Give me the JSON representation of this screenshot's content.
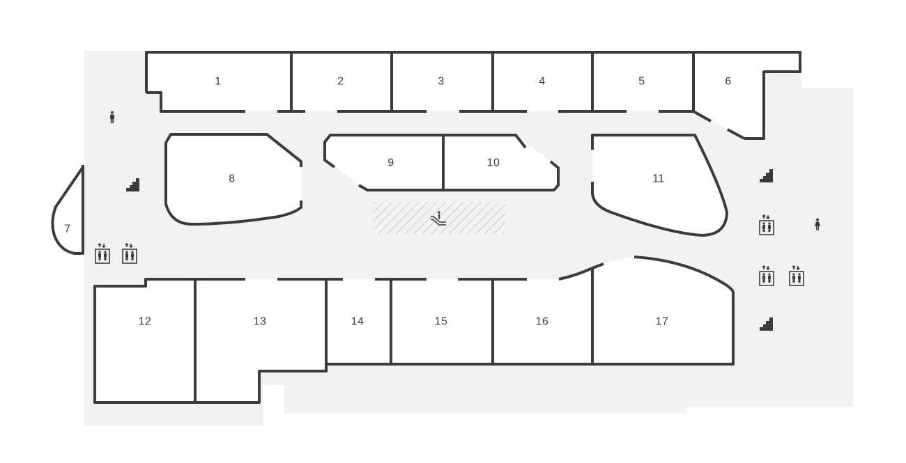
{
  "colors": {
    "floor": "#f2f2f2",
    "store": "#ffffff",
    "wall": "#3b3b3b"
  },
  "stores": [
    {
      "id": "1",
      "label": "1"
    },
    {
      "id": "2",
      "label": "2"
    },
    {
      "id": "3",
      "label": "3"
    },
    {
      "id": "4",
      "label": "4"
    },
    {
      "id": "5",
      "label": "5"
    },
    {
      "id": "6",
      "label": "6"
    },
    {
      "id": "7",
      "label": "7"
    },
    {
      "id": "8",
      "label": "8"
    },
    {
      "id": "9",
      "label": "9"
    },
    {
      "id": "10",
      "label": "10"
    },
    {
      "id": "11",
      "label": "11"
    },
    {
      "id": "12",
      "label": "12"
    },
    {
      "id": "13",
      "label": "13"
    },
    {
      "id": "14",
      "label": "14"
    },
    {
      "id": "15",
      "label": "15"
    },
    {
      "id": "16",
      "label": "16"
    },
    {
      "id": "17",
      "label": "17"
    }
  ],
  "amenities": [
    {
      "type": "restroom-men-icon"
    },
    {
      "type": "restroom-women-icon"
    },
    {
      "type": "stairs-icon",
      "count": 3
    },
    {
      "type": "elevator-icon",
      "count": 5
    },
    {
      "type": "escalator-icon"
    }
  ]
}
